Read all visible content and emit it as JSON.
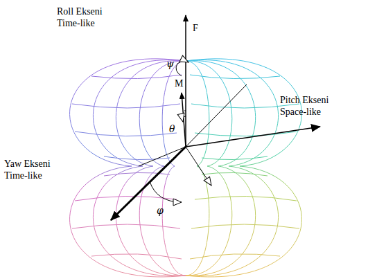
{
  "diagram": {
    "labels": [
      "Roll Ekseni Time-like",
      "F",
      "ψ",
      "M",
      "θ",
      "Pitch Ekseni Space-like",
      "Yaw Ekseni Time-like",
      "φ"
    ]
  }
}
